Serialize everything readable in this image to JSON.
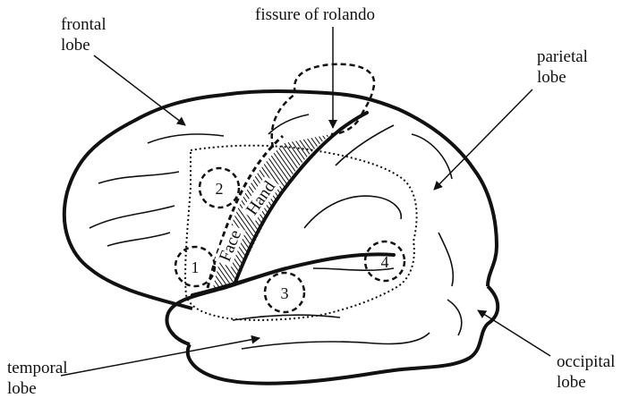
{
  "labels": {
    "frontal_line1": "frontal",
    "frontal_line2": "lobe",
    "fissure": "fissure of rolando",
    "parietal_line1": "parietal",
    "parietal_line2": "lobe",
    "temporal_line1": "temporal",
    "temporal_line2": "lobe",
    "occipital_line1": "occipital",
    "occipital_line2": "lobe",
    "hand": "Hand",
    "face": "Face"
  },
  "areas": [
    "1",
    "2",
    "3",
    "4"
  ]
}
